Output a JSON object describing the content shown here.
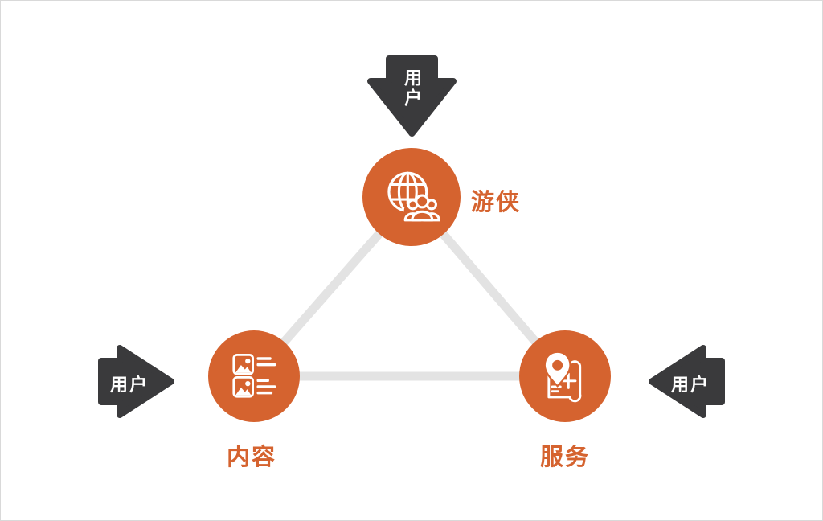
{
  "slide": {
    "type": "presentation-diagram",
    "background": "#ffffff",
    "border_color": "#d9d9d9"
  },
  "colors": {
    "node_orange": "#d5632f",
    "arrow_charcoal": "#3a3a3c",
    "connector_gray": "#e3e3e3",
    "icon_white": "#ffffff"
  },
  "diagram": {
    "shape": "triangle",
    "nodes": [
      {
        "position": "top",
        "label": "游侠",
        "icon": "globe-community-icon"
      },
      {
        "position": "bottom-left",
        "label": "内容",
        "icon": "content-list-icon"
      },
      {
        "position": "bottom-right",
        "label": "服务",
        "icon": "map-location-icon"
      }
    ],
    "arrows": [
      {
        "position": "top",
        "direction": "down",
        "label": "用户"
      },
      {
        "position": "left",
        "direction": "right",
        "label": "用户"
      },
      {
        "position": "right",
        "direction": "left",
        "label": "用户"
      }
    ]
  }
}
